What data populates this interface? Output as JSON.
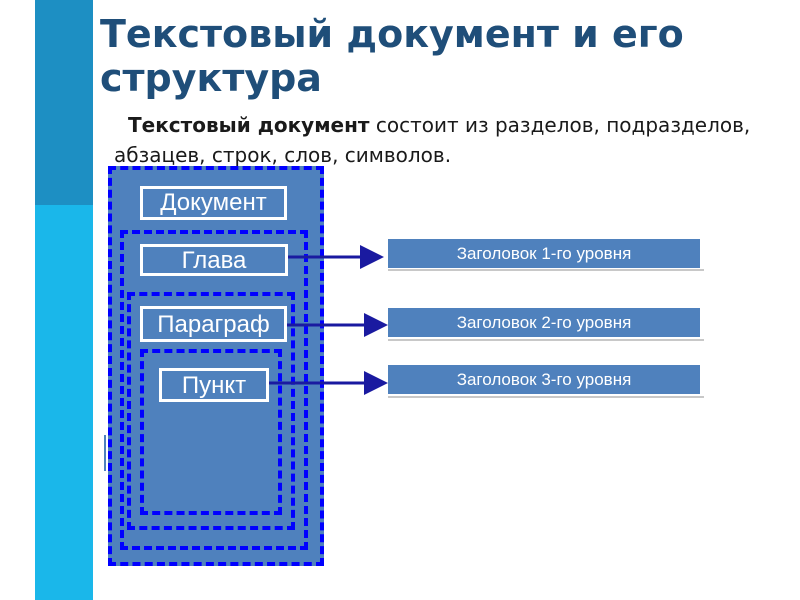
{
  "slide": {
    "title": "Текстовый документ и его структура",
    "intro_bold": "Текстовый документ",
    "intro_rest": " состоит из разделов, подразделов, абзацев, строк, слов, символов."
  },
  "diagram": {
    "nodes": {
      "document": "Документ",
      "chapter": "Глава",
      "paragraph": "Параграф",
      "item": "Пункт"
    },
    "headings": {
      "level1": "Заголовок 1-го уровня",
      "level2": "Заголовок 2-го уровня",
      "level3": "Заголовок 3-го уровня"
    }
  },
  "colors": {
    "accent_dark": "#1d8fc3",
    "accent_light": "#1ab7ea",
    "title": "#1f4e79",
    "box_fill": "#4f81bd",
    "dashed_border": "#0000ff",
    "arrow": "#1a1aa0"
  }
}
